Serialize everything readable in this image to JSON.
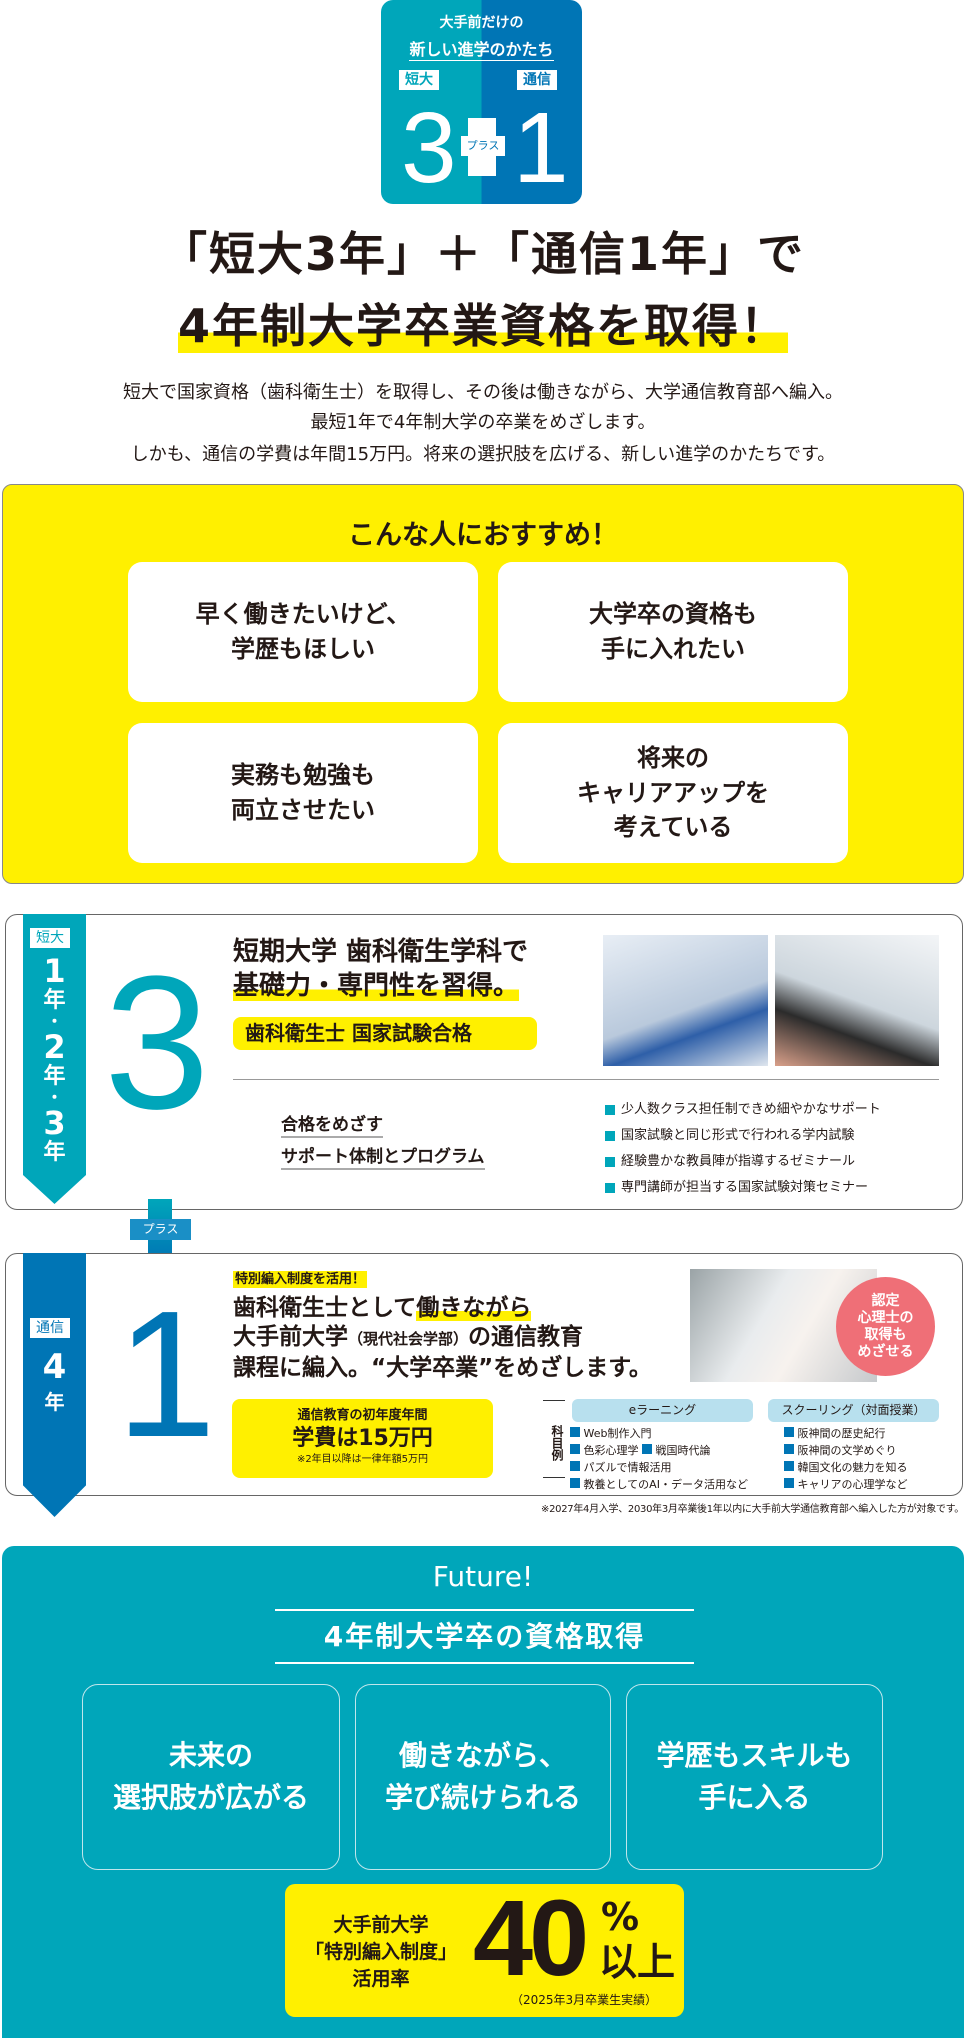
{
  "logo": {
    "line1": "大手前だけの",
    "line2": "新しい進学のかたち",
    "tag_left": "短大",
    "tag_right": "通信",
    "num_left": "3",
    "num_right": "1",
    "plus_label": "プラス"
  },
  "headline": {
    "line1": "「短大3年」＋「通信1年」で",
    "line2": "4年制大学卒業資格を取得！"
  },
  "intro": [
    "短大で国家資格（歯科衛生士）を取得し、その後は働きながら、大学通信教育部へ編入。",
    "最短1年で4年制大学の卒業をめざします。",
    "しかも、通信の学費は年間15万円。将来の選択肢を広げる、新しい進学のかたちです。"
  ],
  "recommend": {
    "title": "こんな人におすすめ！",
    "cards": [
      [
        "早く働きたいけど、",
        "学歴もほしい"
      ],
      [
        "大学卒の資格も",
        "手に入れたい"
      ],
      [
        "実務も勉強も",
        "両立させたい"
      ],
      [
        "将来の",
        "キャリアアップを",
        "考えている"
      ]
    ]
  },
  "junior": {
    "tag": "短大",
    "years": [
      "1",
      "年",
      "・",
      "2",
      "年",
      "・",
      "3",
      "年"
    ],
    "number": "3",
    "heading1": "短期大学 歯科衛生学科で",
    "heading2": "基礎力・専門性を習得。",
    "badge": "歯科衛生士 国家試験合格",
    "support1": "合格をめざす",
    "support2": "サポート体制とプログラム",
    "bullets": [
      "少人数クラス担任制できめ細やかなサポート",
      "国家試験と同じ形式で行われる学内試験",
      "経験豊かな教員陣が指導するゼミナール",
      "専門講師が担当する国家試験対策セミナー"
    ]
  },
  "plus_label": "プラス",
  "distance": {
    "tag": "通信",
    "years": [
      "4",
      "年"
    ],
    "number": "1",
    "sub_tag": "特別編入制度を活用！",
    "line1a": "歯科衛生士として",
    "line1b": "働きながら",
    "line2a": "大手前大学",
    "line2b": "（現代社会学部）",
    "line2c": "の通信教育",
    "line3": "課程に編入。“大学卒業”をめざします。",
    "circle": [
      "認定",
      "心理士の",
      "取得も",
      "めざせる"
    ],
    "fee_label": "通信教育の初年度年間",
    "fee_main": "学費は15万円",
    "fee_note": "※2年目以降は一律年額5万円",
    "subjects_label": "科目例",
    "elearning_title": "eラーニング",
    "elearning": [
      [
        "Web制作入門"
      ],
      [
        "色彩心理学",
        "戦国時代論"
      ],
      [
        "パズルで情報活用"
      ],
      [
        "教養としてのAI・データ活用など"
      ]
    ],
    "schooling_title": "スクーリング（対面授業）",
    "schooling": [
      "阪神間の歴史紀行",
      "阪神間の文学めぐり",
      "韓国文化の魅力を知る",
      "キャリアの心理学など"
    ],
    "footnote": "※2027年4月入学、2030年3月卒業後1年以内に大手前大学通信教育部へ編入した方が対象です。"
  },
  "future": {
    "label": "Future!",
    "title": "4年制大学卒の資格取得",
    "cards": [
      [
        "未来の",
        "選択肢が広がる"
      ],
      [
        "働きながら、",
        "学び続けられる"
      ],
      [
        "学歴もスキルも",
        "手に入る"
      ]
    ],
    "stat_label": [
      "大手前大学",
      "「特別編入制度」",
      "活用率"
    ],
    "stat_value": "40",
    "stat_unit": "%",
    "stat_suffix": "以上",
    "stat_note": "（2025年3月卒業生実績）"
  },
  "colors": {
    "teal": "#00a6ba",
    "blue": "#0075b5",
    "yellow": "#fff000",
    "pink": "#ef6f77"
  }
}
